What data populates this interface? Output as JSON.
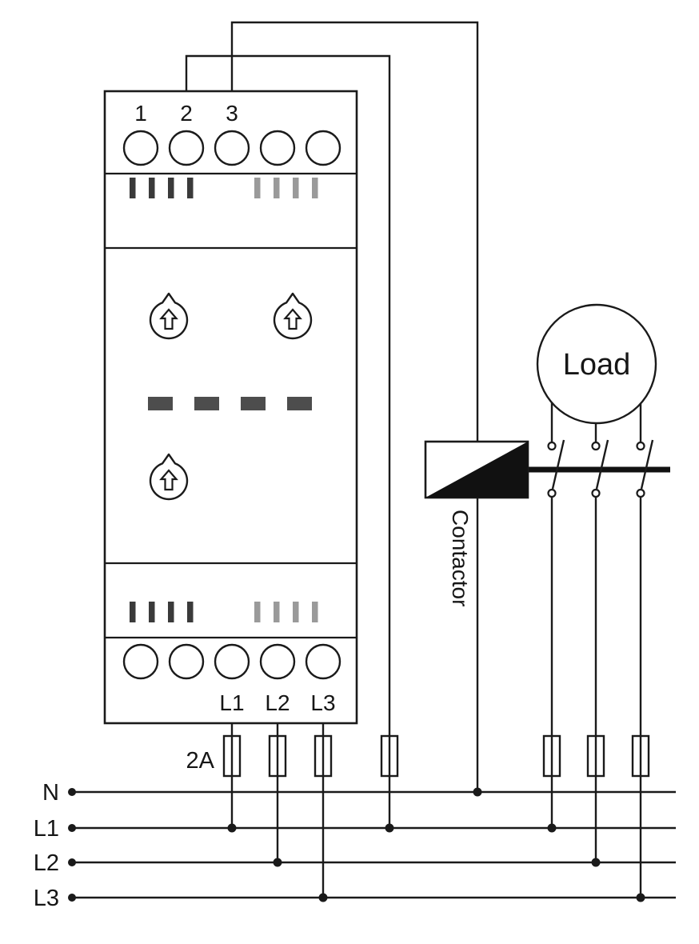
{
  "diagram": {
    "device": {
      "top_terminals": [
        "1",
        "2",
        "3"
      ],
      "bottom_terminals": [
        "L1",
        "L2",
        "L3"
      ]
    },
    "labels": {
      "fuse_rating": "2A",
      "contactor": "Contactor",
      "load": "Load"
    },
    "supply_lines": [
      "N",
      "L1",
      "L2",
      "L3"
    ],
    "colors": {
      "wire": "#1a1a1a",
      "tick_dark": "#3a3a3a",
      "tick_light": "#9a9a9a",
      "display_dash": "#4d4d4d",
      "contactor_fill": "#111111",
      "background": "#ffffff"
    }
  }
}
